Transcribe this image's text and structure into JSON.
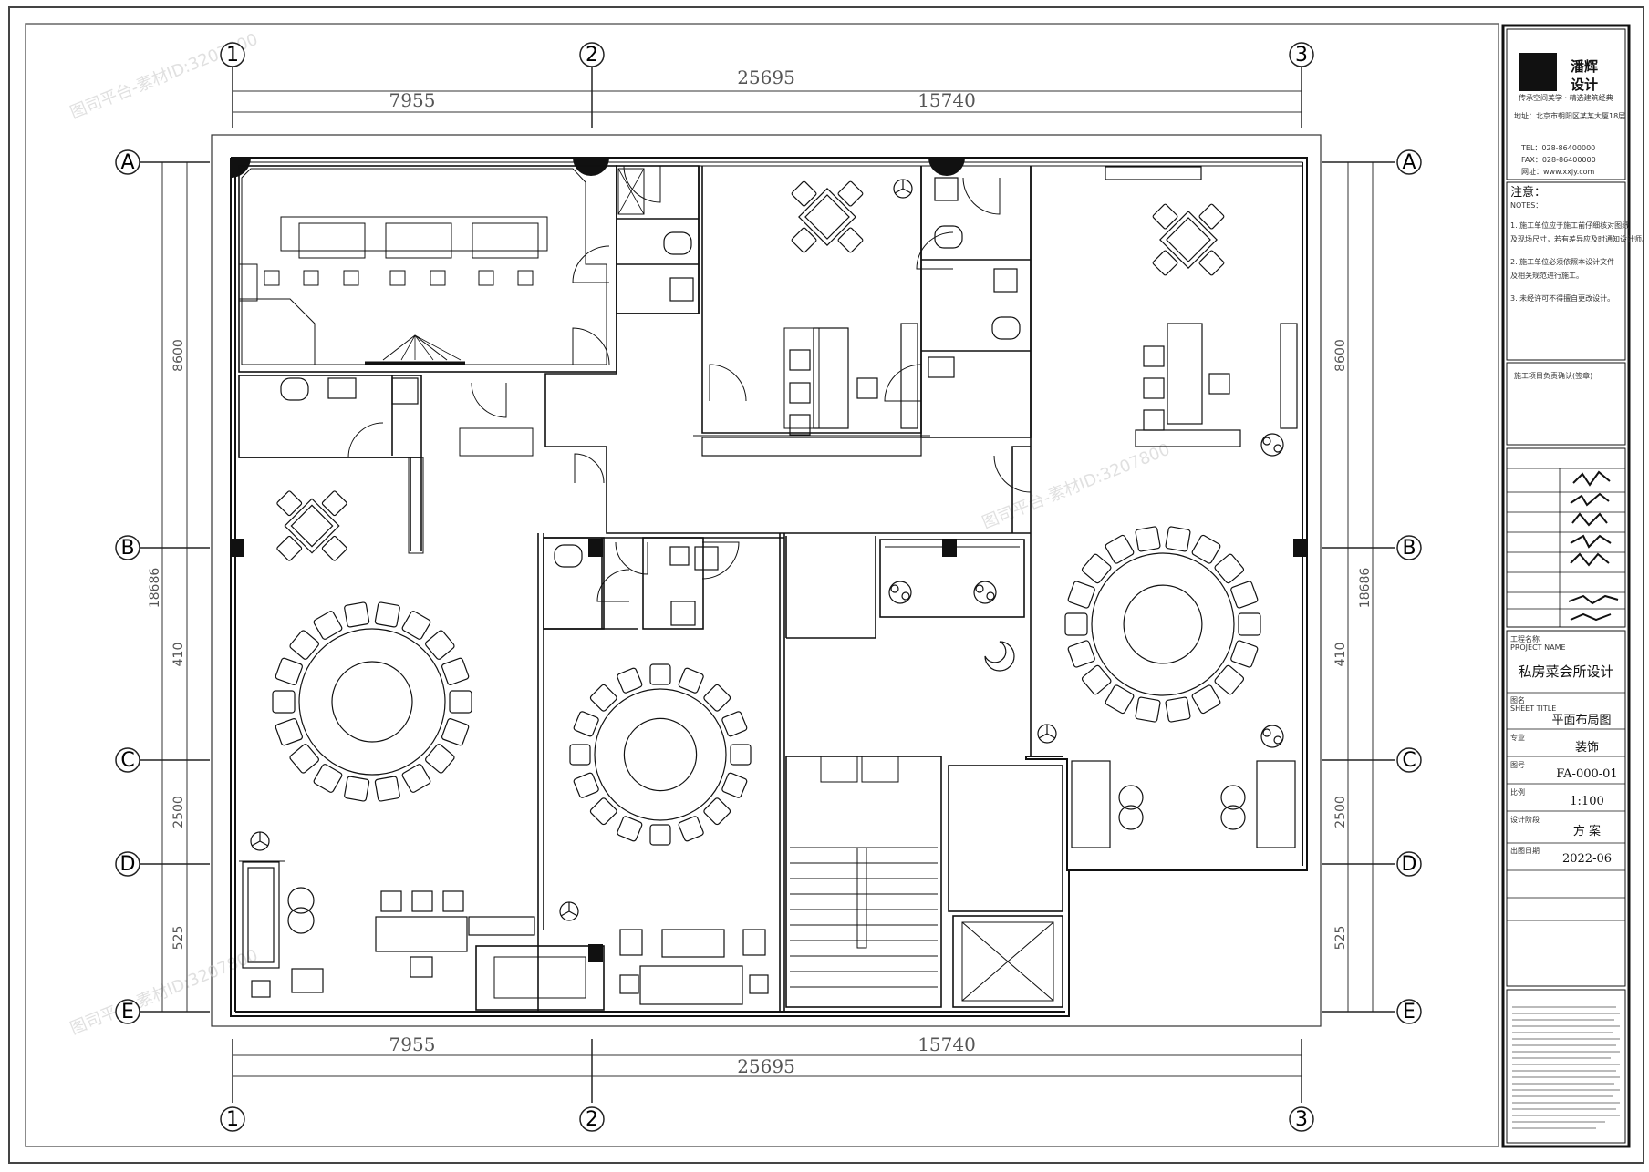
{
  "dimensions": {
    "total": "25695",
    "left_span": "7955",
    "right_span": "15740",
    "left_vertical_top": "8600",
    "left_vertical_mid": "410",
    "left_vertical_total": "18686",
    "left_vertical_c": "2500",
    "left_vertical_e": "525",
    "right_vertical_top": "8600",
    "right_vertical_mid": "410",
    "right_vertical_total": "18686",
    "right_vertical_c": "2500",
    "right_vertical_e": "525"
  },
  "axes": {
    "columns": [
      "1",
      "2",
      "3"
    ],
    "rows": [
      "A",
      "B",
      "C",
      "D",
      "E"
    ]
  },
  "watermark": "图司平台-素材ID:3207800",
  "title_block": {
    "logo_text_1": "潘辉",
    "logo_text_2": "设计",
    "logo_caption": "传承空间美学 · 精选建筑经典",
    "address_lines": [
      "地址：北京市朝阳区某某大厦18层",
      "TEL：028-86400000",
      "FAX：028-86400000",
      "网址：www.xxjy.com"
    ],
    "notes_label": "注意：",
    "notes_label_en": "NOTES：",
    "notes_lines": [
      "1. 施工单位应于施工前仔细核对图纸",
      "及现场尺寸，若有差异应及时通知设计师。",
      "2. 施工单位必须依照本设计文件",
      "及相关规范进行施工。",
      "3. 未经许可不得擅自更改设计。"
    ],
    "confirm_label": "施工项目负责确认(签章)",
    "project_name_label": "工程名称",
    "project_name_label_en": "PROJECT NAME",
    "project_name": "私房菜会所设计",
    "sheet_title_label": "图名",
    "sheet_title_label_en": "SHEET TITLE",
    "sheet_title": "平面布局图",
    "discipline_label": "专业",
    "discipline": "装饰",
    "drawing_no_label": "图号",
    "drawing_no": "FA-000-01",
    "scale_label": "比例",
    "scale": "1:100",
    "phase_label": "设计阶段",
    "phase": "方  案",
    "date_label": "出图日期",
    "date": "2022-06"
  }
}
